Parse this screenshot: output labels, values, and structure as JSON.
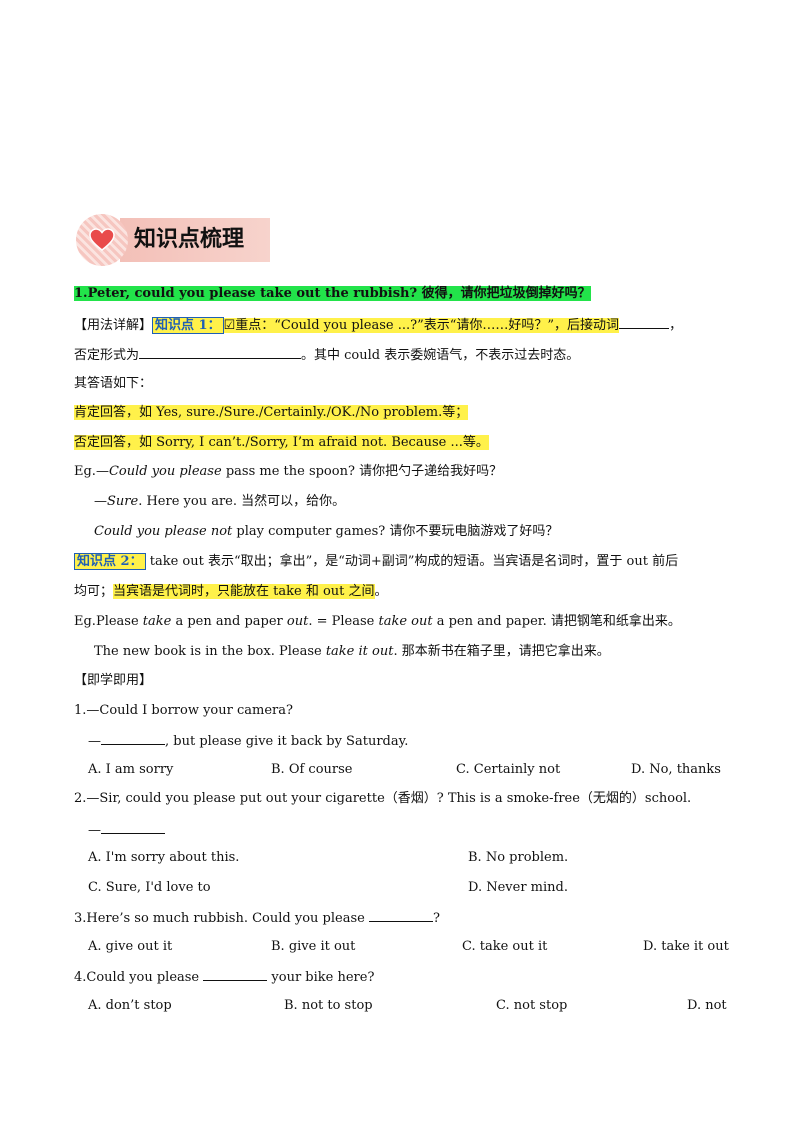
{
  "heading": {
    "title": "知识点梳理",
    "icon": "heart-icon",
    "accent": "#e94b4b"
  },
  "point1": {
    "title": "1.Peter, could you please take out the rubbish? 彼得，请你把垃圾倒掉好吗？",
    "usage_label": "【用法详解】",
    "kp1_label": "知识点 1：",
    "kp1_text_a": "☑重点：“Could you please ...?”表示“请你……好吗？”，后接动词",
    "kp1_text_b": "，",
    "line2_a": "否定形式为",
    "line2_b": "。其中 could 表示委婉语气，不表示过去时态。",
    "answers_intro": "其答语如下：",
    "positive": "肯定回答，如 Yes, sure./Sure./Certainly./OK./No problem.等；",
    "negative": "否定回答，如 Sorry, I can’t./Sorry, I’m afraid not. Because ...等。",
    "eg1_prefix": "Eg.—",
    "eg1_em": "Could you please",
    "eg1_rest": " pass me the spoon? 请你把勺子递给我好吗？",
    "eg2_prefix": "—",
    "eg2_em": "Sure",
    "eg2_rest": ". Here you are. 当然可以，给你。",
    "eg3_em": "Could you please not",
    "eg3_rest": " play computer games? 请你不要玩电脑游戏了好吗？",
    "kp2_label": "知识点 2：",
    "kp2_text": "take out 表示“取出；拿出”，是“动词+副词”构成的短语。当宾语是名词时，置于 out 前后",
    "kp2_line2_a": "均可；",
    "kp2_line2_hl": "当宾语是代词时，只能放在 take 和 out 之间",
    "kp2_line2_b": "。",
    "eg4_a": "Eg.Please ",
    "eg4_em1": "take",
    "eg4_b": " a pen and paper ",
    "eg4_em2": "out",
    "eg4_c": ". = Please ",
    "eg4_em3": "take out",
    "eg4_d": " a pen and paper. 请把钢笔和纸拿出来。",
    "eg5_a": "The new book is in the box. Please ",
    "eg5_em": "take it out",
    "eg5_b": ". 那本新书在箱子里，请把它拿出来。"
  },
  "practice": {
    "label": "【即学即用】",
    "q1": {
      "stem": "1.—Could I borrow your camera?",
      "line2_a": "—",
      "line2_b": ", but please give it back by Saturday.",
      "options": [
        "A. I am sorry",
        "B. Of course",
        "C. Certainly not",
        "D. No, thanks"
      ]
    },
    "q2": {
      "stem": "2.—Sir, could you please put out your cigarette（香烟）? This is a smoke-free（无烟的）school.",
      "line2_a": "—",
      "options": [
        "A. I'm sorry about this.",
        "B. No problem.",
        "C. Sure, I'd love to",
        "D. Never mind."
      ]
    },
    "q3": {
      "stem_a": "3.Here’s so much rubbish. Could you please ",
      "stem_b": "?",
      "options": [
        "A. give out it",
        "B. give it out",
        "C. take out it",
        "D. take it out"
      ]
    },
    "q4": {
      "stem_a": "4.Could you please ",
      "stem_b": " your bike here?",
      "options": [
        "A. don’t stop",
        "B. not to stop",
        "C. not stop",
        "D. not"
      ]
    }
  }
}
